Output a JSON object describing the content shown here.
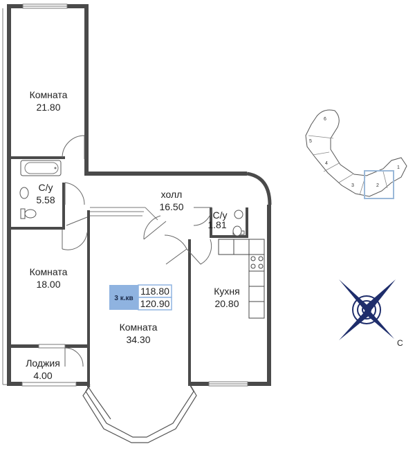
{
  "rooms": [
    {
      "name": "Комната",
      "area": "21.80"
    },
    {
      "name": "С/у",
      "area": "5.58"
    },
    {
      "name": "холл",
      "area": "16.50"
    },
    {
      "name": "С/у",
      "area": "1.81"
    },
    {
      "name": "Комната",
      "area": "18.00"
    },
    {
      "name": "Кухня",
      "area": "20.80"
    },
    {
      "name": "Комната",
      "area": "34.30"
    },
    {
      "name": "Лоджия",
      "area": "4.00"
    }
  ],
  "badge": {
    "type": "3 к.кв",
    "area_1": "118.80",
    "area_2": "120.90",
    "color": "#8fb3e0"
  },
  "building_sections": [
    "1",
    "2",
    "3",
    "4",
    "5",
    "6"
  ],
  "highlighted_section": "2",
  "compass": {
    "label": "С",
    "color": "#1e2d6b"
  },
  "wall_color": "#4a4a4a"
}
